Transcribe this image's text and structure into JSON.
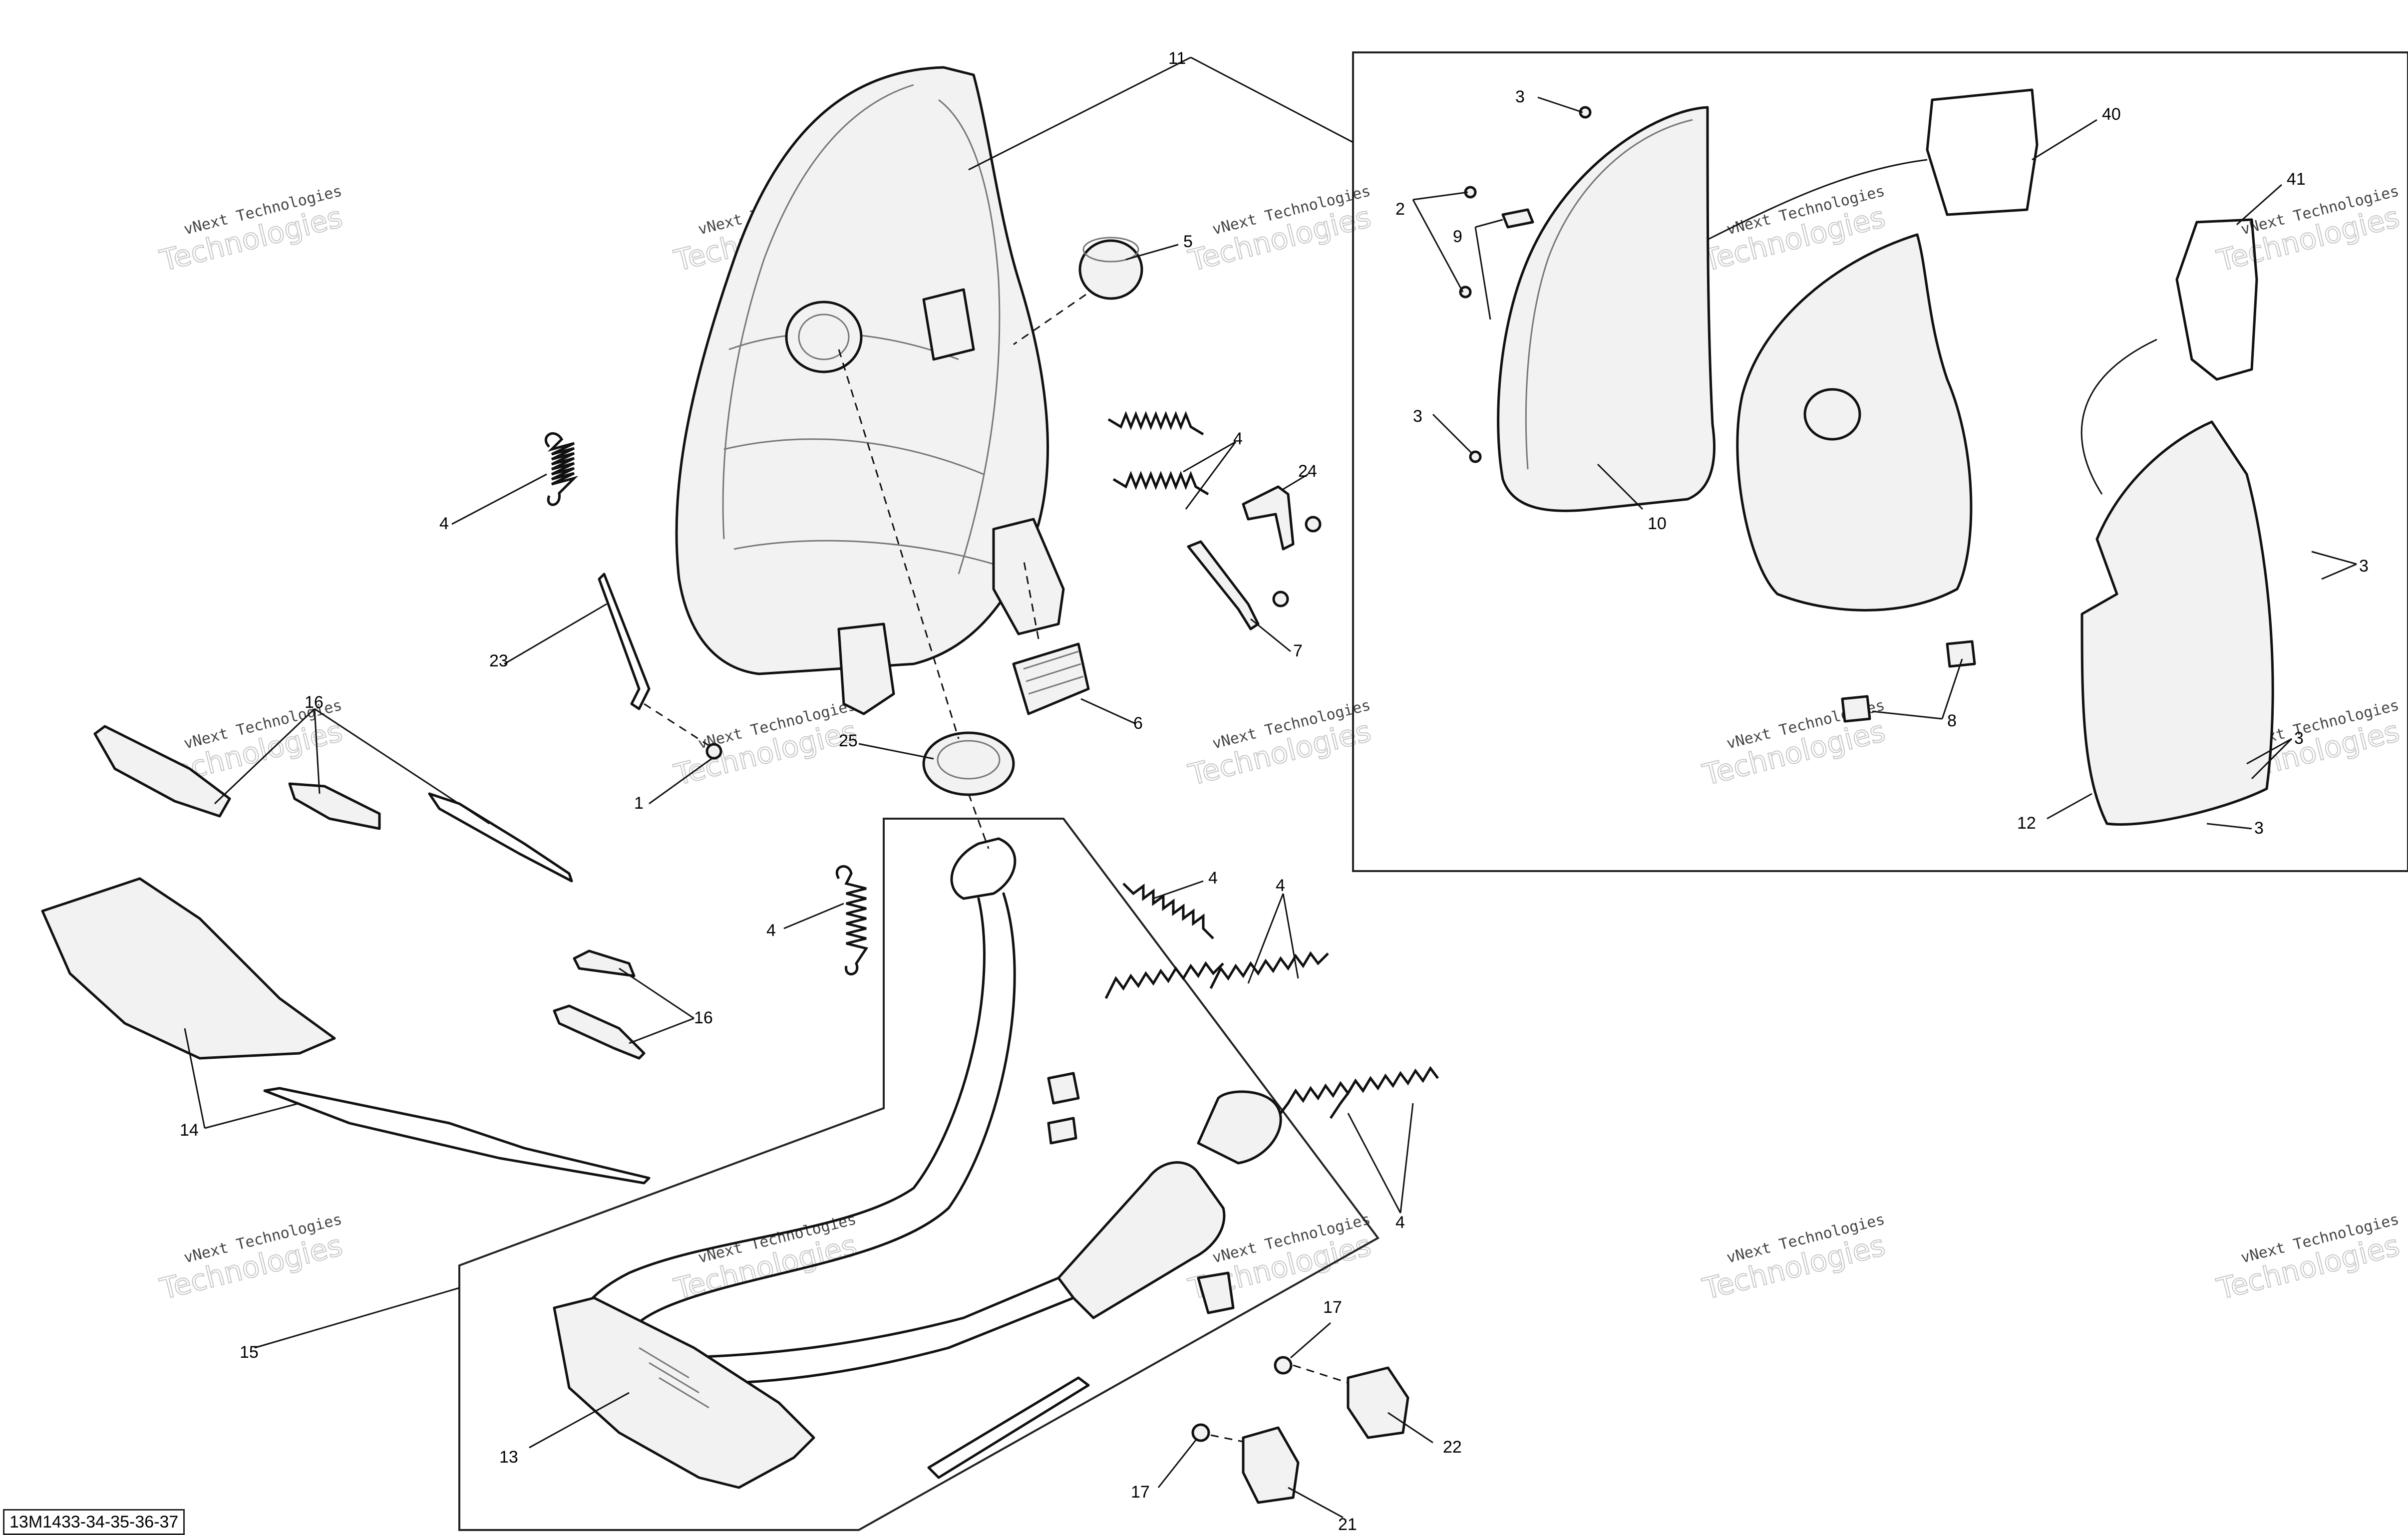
{
  "diagram_code": "13M1433-34-35-36-37",
  "watermark": {
    "line1": "vNext Technologies",
    "line2": "Technologies"
  },
  "callouts": {
    "c1": "1",
    "c2": "2",
    "c3a": "3",
    "c3b": "3",
    "c3c": "3",
    "c3d": "3",
    "c3e": "3",
    "c4a": "4",
    "c4b": "4",
    "c4c": "4",
    "c4d": "4",
    "c4e": "4",
    "c4f": "4",
    "c5": "5",
    "c6": "6",
    "c7": "7",
    "c8": "8",
    "c9": "9",
    "c10": "10",
    "c11": "11",
    "c12": "12",
    "c13": "13",
    "c14": "14",
    "c15": "15",
    "c16a": "16",
    "c16b": "16",
    "c17a": "17",
    "c17b": "17",
    "c21": "21",
    "c22": "22",
    "c23": "23",
    "c24": "24",
    "c25": "25",
    "c40": "40",
    "c41": "41"
  }
}
